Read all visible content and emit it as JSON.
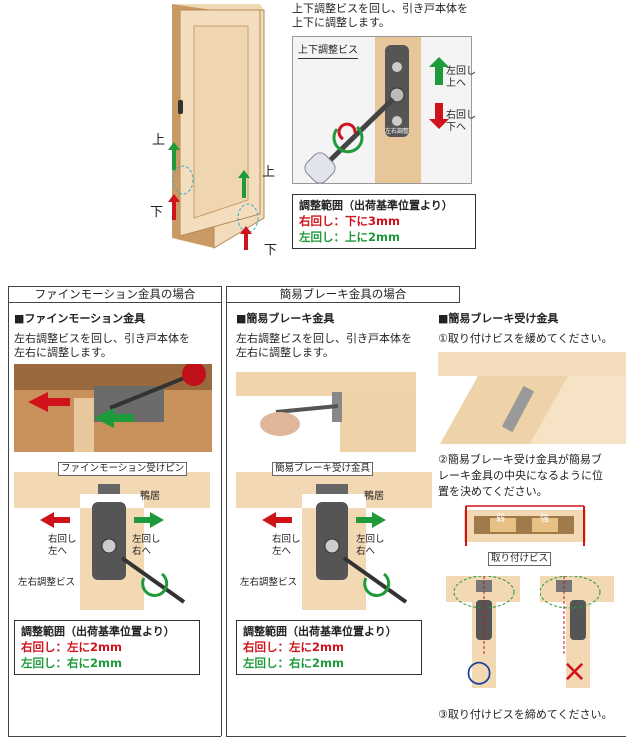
{
  "top": {
    "door_up": "上",
    "door_down": "下",
    "door_up2": "上",
    "door_down2": "下",
    "desc": [
      "上下調整ビスを回し、引き戸本体を",
      "上下に調整します。"
    ],
    "screw_label": "上下調整ビス",
    "left_turn_up": [
      "左回し",
      "上へ"
    ],
    "right_turn_down": [
      "右回し",
      "下へ"
    ],
    "plate_text": "左右調整",
    "range": {
      "title": "調整範囲（出荷基準位置より）",
      "red": "右回し：下に3mm",
      "green": "左回し：上に2mm"
    }
  },
  "headers": {
    "fine": "ファインモーション金具の場合",
    "simple": "簡易ブレーキ金具の場合"
  },
  "fine": {
    "subtitle": "■ファインモーション金具",
    "desc": [
      "左右調整ビスを回し、引き戸本体を",
      "左右に調整します。"
    ],
    "pin_label": "ファインモーション受けピン",
    "kamoi": "鴨居",
    "left_label": [
      "右回し",
      "左へ"
    ],
    "right_label": [
      "左回し",
      "右へ"
    ],
    "screw_label": "左右調整ビス",
    "range": {
      "title": "調整範囲（出荷基準位置より）",
      "red": "右回し：左に2mm",
      "green": "左回し：右に2mm"
    }
  },
  "brake": {
    "subtitle": "■簡易ブレーキ金具",
    "desc": [
      "左右調整ビスを回し、引き戸本体を",
      "左右に調整します。"
    ],
    "receiver_label": "簡易ブレーキ受け金具",
    "kamoi": "鴨居",
    "left_label": [
      "右回し",
      "左へ"
    ],
    "right_label": [
      "左回し",
      "右へ"
    ],
    "screw_label": "左右調整ビス",
    "range": {
      "title": "調整範囲（出荷基準位置より）",
      "red": "右回し：左に2mm",
      "green": "左回し：右に2mm"
    }
  },
  "receiver": {
    "subtitle": "■簡易ブレーキ受け金具",
    "step1": "①取り付けビスを緩めてください。",
    "step2": [
      "②簡易ブレーキ受け金具が簡易ブ",
      "レーキ金具の中央になるように位",
      "置を決めてください。"
    ],
    "weak": "弱",
    "strong": "強",
    "fix_screw": "取り付けビス",
    "step3": "③取り付けビスを締めてください。",
    "ok_mark": "○",
    "ng_mark": "×"
  },
  "colors": {
    "red": "#d0121b",
    "green": "#1e9a3a",
    "wood": "#eccfa6",
    "wood_dark": "#d9b07c"
  }
}
